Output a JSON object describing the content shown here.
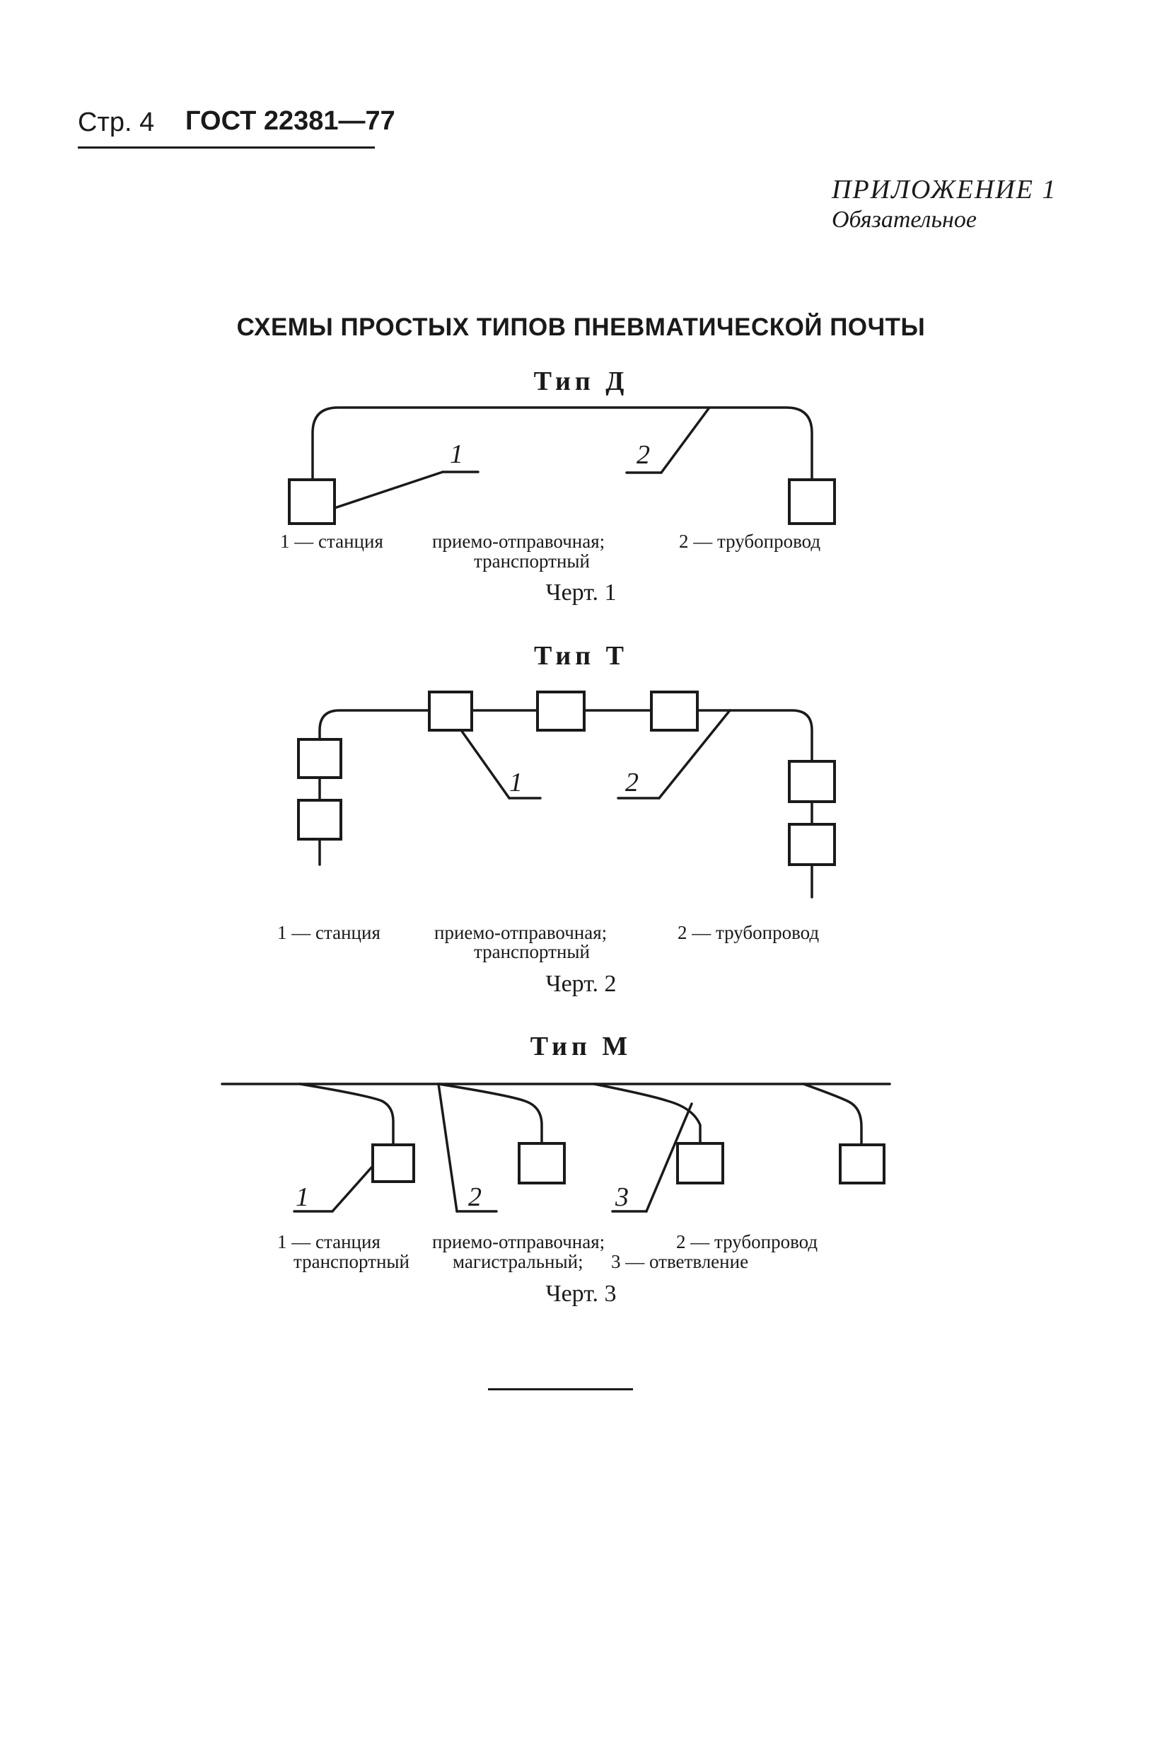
{
  "header": {
    "page": "Стр. 4",
    "standard": "ГОСТ 22381—77"
  },
  "appendix": {
    "title": "ПРИЛОЖЕНИЕ 1",
    "subtitle": "Обязательное"
  },
  "main_title": "СХЕМЫ ПРОСТЫХ ТИПОВ ПНЕВМАТИЧЕСКОЙ ПОЧТЫ",
  "figures": [
    {
      "title": "Тип Д",
      "labels": [
        "1",
        "2"
      ],
      "caption": {
        "line1": [
          "1 — станция",
          "приемо-отправочная;",
          "2 — трубопровод"
        ],
        "line2": [
          "транспортный"
        ]
      },
      "chert": "Черт. 1"
    },
    {
      "title": "Тип Т",
      "labels": [
        "1",
        "2"
      ],
      "caption": {
        "line1": [
          "1 — станция",
          "приемо-отправочная;",
          "2 — трубопровод"
        ],
        "line2": [
          "транспортный"
        ]
      },
      "chert": "Черт. 2"
    },
    {
      "title": "Тип М",
      "labels": [
        "1",
        "2",
        "3"
      ],
      "caption": {
        "line1": [
          "1 — станция",
          "приемо-отправочная;",
          "2 — трубопровод"
        ],
        "line2": [
          "транспортный",
          "магистральный;",
          "3 — ответвление"
        ]
      },
      "chert": "Черт. 3"
    }
  ]
}
